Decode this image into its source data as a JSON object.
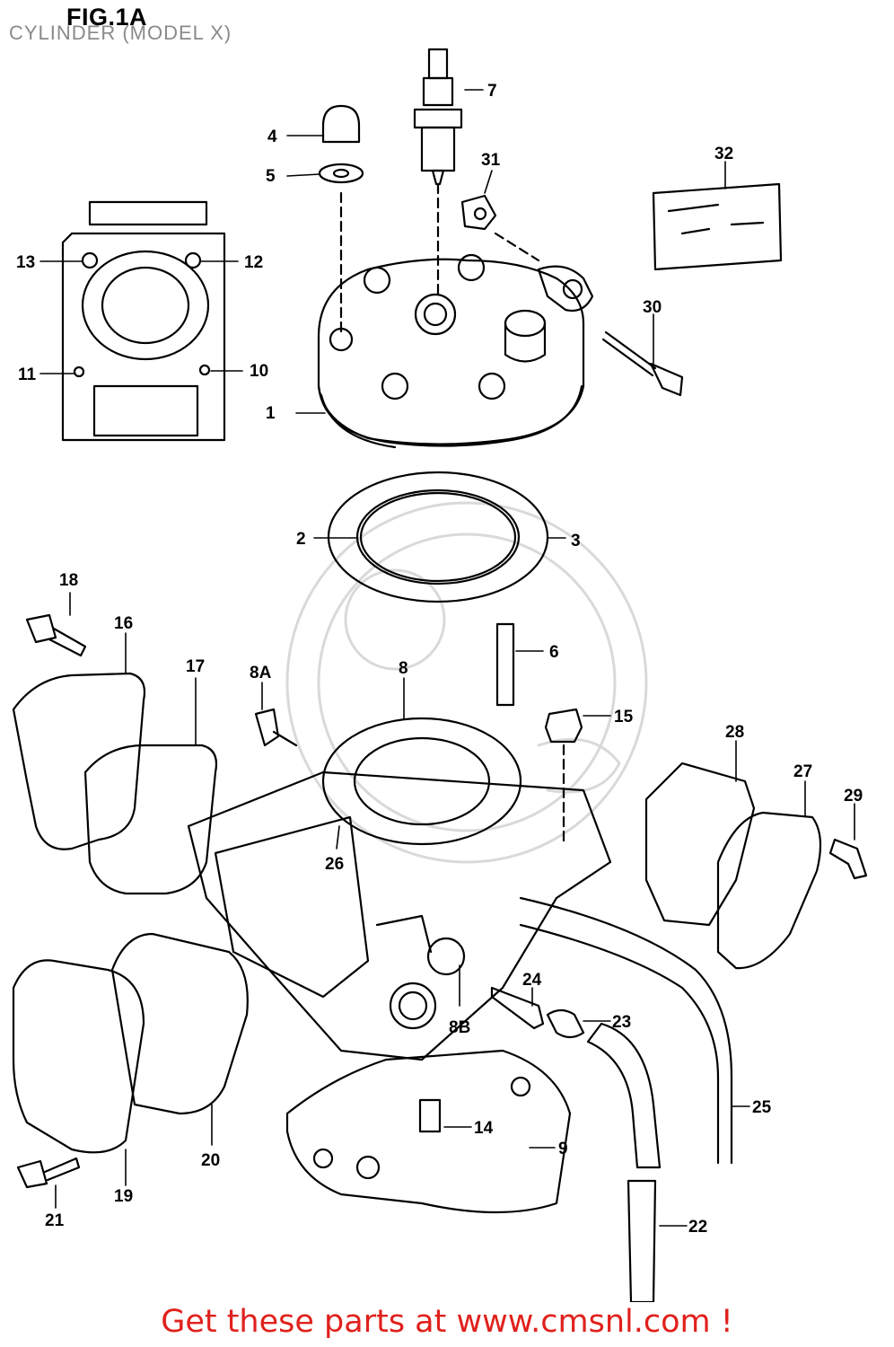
{
  "figure": {
    "title": "FIG.1A",
    "subtitle": "CYLINDER (MODEL X)"
  },
  "callouts": [
    "1",
    "2",
    "3",
    "4",
    "5",
    "6",
    "7",
    "8",
    "8A",
    "8B",
    "9",
    "10",
    "11",
    "12",
    "13",
    "14",
    "15",
    "16",
    "17",
    "18",
    "19",
    "20",
    "21",
    "22",
    "23",
    "24",
    "25",
    "26",
    "27",
    "28",
    "29",
    "30",
    "31",
    "32"
  ],
  "footer": {
    "link_text": "Get these parts at www.cmsnl.com !"
  },
  "colors": {
    "line": "#000000",
    "footer_link": "#e0211c",
    "subtitle": "#8a8a8a",
    "watermark": "#d9d9d9"
  }
}
